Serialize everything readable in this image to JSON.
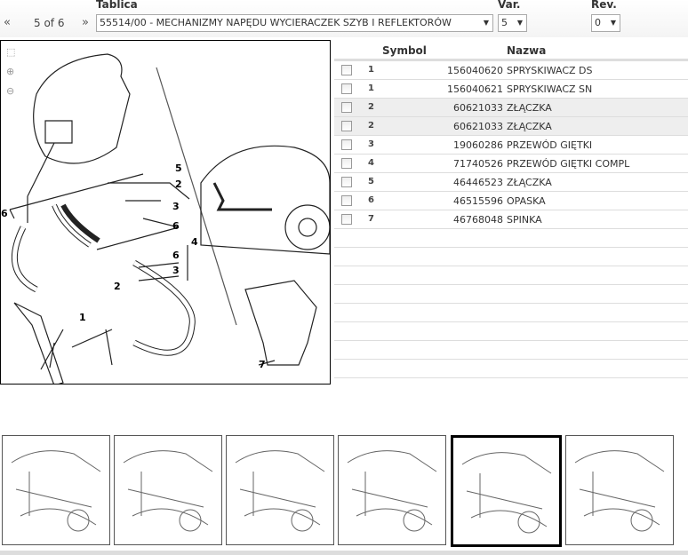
{
  "header": {
    "table_label": "Tablica",
    "var_label": "Var.",
    "rev_label": "Rev.",
    "prev_icon": "«",
    "next_icon": "»",
    "page_info": "5 of 6",
    "table_value": "55514/00 - MECHANIZMY NAPĘDU WYCIERACZEK SZYB I REFLEKTORÓW",
    "var_value": "5",
    "rev_value": "0"
  },
  "diagram": {
    "callouts": [
      "5",
      "2",
      "3",
      "6",
      "4",
      "6",
      "3",
      "2",
      "1",
      "6",
      "7"
    ],
    "tools": [
      "fit-icon",
      "zoom-in-icon",
      "zoom-out-icon"
    ]
  },
  "parts": {
    "headers": {
      "symbol": "Symbol",
      "name": "Nazwa"
    },
    "rows": [
      {
        "symbol": "1",
        "number": "156040620",
        "name": "SPRYSKIWACZ DS"
      },
      {
        "symbol": "1",
        "number": "156040621",
        "name": "SPRYSKIWACZ SN"
      },
      {
        "symbol": "2",
        "number": "60621033",
        "name": "ZŁĄCZKA"
      },
      {
        "symbol": "2",
        "number": "60621033",
        "name": "ZŁĄCZKA"
      },
      {
        "symbol": "3",
        "number": "19060286",
        "name": "PRZEWÓD GIĘTKI"
      },
      {
        "symbol": "4",
        "number": "71740526",
        "name": "PRZEWÓD GIĘTKI COMPL"
      },
      {
        "symbol": "5",
        "number": "46446523",
        "name": "ZŁĄCZKA"
      },
      {
        "symbol": "6",
        "number": "46515596",
        "name": "OPASKA"
      },
      {
        "symbol": "7",
        "number": "46768048",
        "name": "SPINKA"
      }
    ]
  },
  "thumbnails": {
    "count": 6,
    "selected_index": 4
  }
}
